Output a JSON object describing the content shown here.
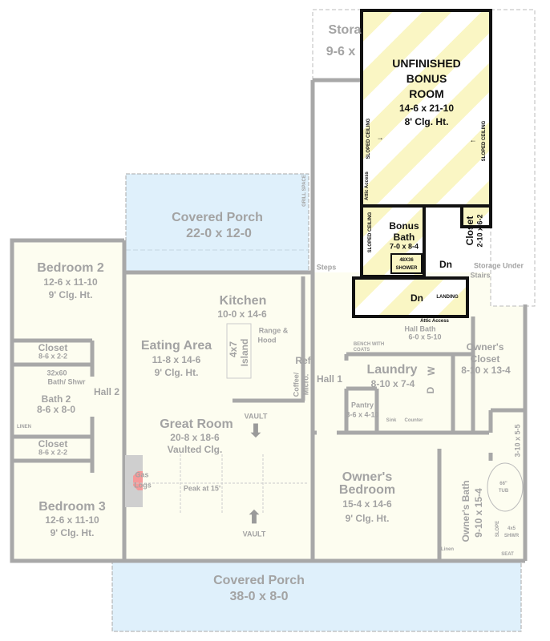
{
  "colors": {
    "interior": "#fdfdf0",
    "porch": "#dff0fb",
    "wall": "#a8a8a8",
    "bonus_wall": "#111111",
    "bonus_stripe": "#faf6c4",
    "fireplace": "#f59a9a"
  },
  "storage": {
    "name": "Stora",
    "dims": "9-6 x"
  },
  "rear_porch": {
    "name": "Covered Porch",
    "dims": "22-0 x 12-0",
    "grill": "GRILL SPACE"
  },
  "front_porch": {
    "name": "Covered Porch",
    "dims": "38-0 x 8-0"
  },
  "bedroom2": {
    "name": "Bedroom 2",
    "dims": "12-6 x 11-10",
    "ceiling": "9' Clg. Ht."
  },
  "closet_b2": {
    "name": "Closet",
    "dims": "8-6 x 2-2"
  },
  "bath2": {
    "name": "Bath 2",
    "dims": "8-6 x 8-0",
    "tub": "32x60",
    "tub2": "Bath/ Shwr",
    "linen": "LINEN"
  },
  "closet_b3": {
    "name": "Closet",
    "dims": "8-6 x 2-2"
  },
  "hall2": "Hall 2",
  "bedroom3": {
    "name": "Bedroom 3",
    "dims": "12-6 x 11-10",
    "ceiling": "9' Clg. Ht."
  },
  "kitchen": {
    "name": "Kitchen",
    "dims": "10-0 x 14-6",
    "range": "Range &",
    "range2": "Hood",
    "island": "4x7",
    "island2": "Island",
    "ref": "Ref",
    "coffee": "Coffee/",
    "micro": "Micro."
  },
  "eating": {
    "name": "Eating Area",
    "dims": "11-8 x 14-6",
    "ceiling": "9' Clg. Ht."
  },
  "great_room": {
    "name": "Great Room",
    "dims": "20-8 x 18-6",
    "ceiling": "Vaulted Clg.",
    "vault_top": "VAULT",
    "vault_bottom": "VAULT",
    "peak": "Peak at 15'",
    "gas": "Gas",
    "logs": "Logs"
  },
  "hall1": "Hall 1",
  "steps": "Steps",
  "laundry": {
    "name": "Laundry",
    "dims": "8-10 x 7-4",
    "washer": "W",
    "dryer": "D",
    "sink": "Sink",
    "counter": "Counter",
    "bench": "BENCH WITH",
    "bench2": "COATS"
  },
  "pantry": {
    "name": "Pantry",
    "dims": "3-6 x 4-10"
  },
  "hall_bath": {
    "name": "Hall Bath",
    "dims": "6-0 x 5-10"
  },
  "owners_closet": {
    "name": "Owner's",
    "name2": "Closet",
    "dims": "8-10 x 13-4"
  },
  "owners_bedroom": {
    "name": "Owner's",
    "name2": "Bedroom",
    "dims": "15-4 x 14-6",
    "ceiling": "9' Clg. Ht."
  },
  "owners_bath": {
    "name": "Owner's Bath",
    "dims": "9-10 x 15-4",
    "tub": "66\"",
    "tub2": "TUB",
    "shower": "4x5",
    "shower2": "SHWR",
    "slope": "SLOPE",
    "seat": "SEAT",
    "linen": "Linen",
    "wc": "3-10 x 5-5"
  },
  "storage_under_stairs": {
    "line1": "Storage Under",
    "line2": "Stairs"
  },
  "bonus_room": {
    "line1": "UNFINISHED",
    "line2": "BONUS",
    "line3": "ROOM",
    "dims": "14-6 x 21-10",
    "ceiling": "8' Clg. Ht.",
    "sloped_left": "SLOPED CEILING",
    "sloped_right": "SLOPED CEILING",
    "attic": "Attic Access"
  },
  "bonus_bath": {
    "name": "Bonus",
    "name2": "Bath",
    "dims": "7-0 x 8-4",
    "shower": "48X36",
    "shower2": "SHOWER",
    "sloped": "SLOPED CEILING"
  },
  "bonus_closet": {
    "name": "Closet",
    "dims": "2-10 x 6-2"
  },
  "stairs": {
    "dn_upper": "Dn",
    "dn_lower": "Dn",
    "landing": "LANDING",
    "attic": "Attic Access"
  }
}
